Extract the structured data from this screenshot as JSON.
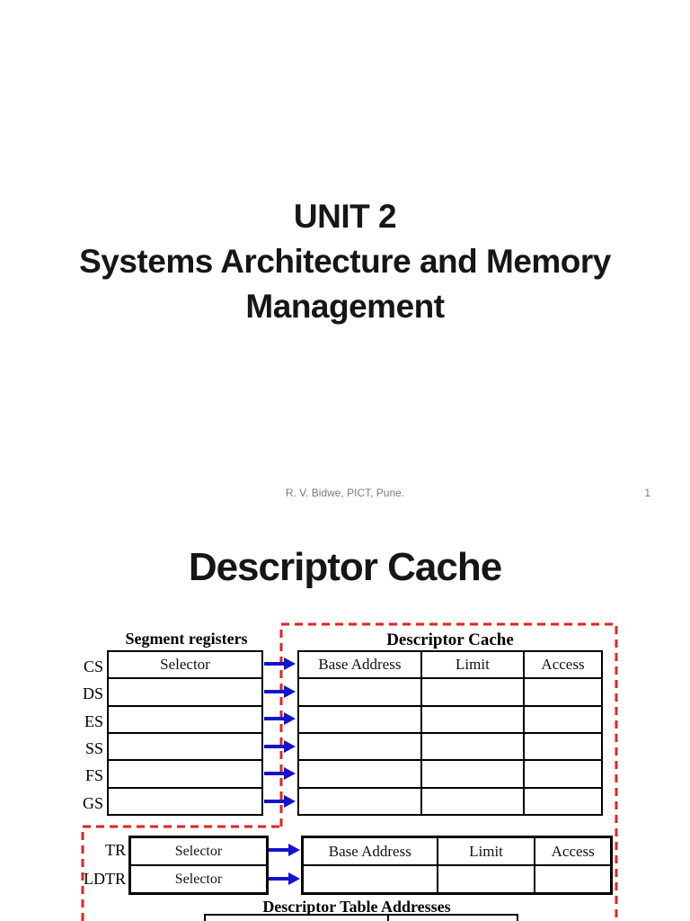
{
  "slide1": {
    "title_line1": "UNIT 2",
    "title_line2": "Systems Architecture and Memory",
    "title_line3": "Management",
    "footer": "R. V. Bidwe, PICT, Pune.",
    "page_number": "1"
  },
  "slide2": {
    "title": "Descriptor Cache",
    "segment_registers": {
      "heading": "Segment registers",
      "rows": [
        "CS",
        "DS",
        "ES",
        "SS",
        "FS",
        "GS"
      ],
      "first_cell": "Selector"
    },
    "descriptor_cache": {
      "heading": "Descriptor Cache",
      "columns": [
        "Base Address",
        "Limit",
        "Access"
      ]
    },
    "system_registers": {
      "rows": [
        {
          "label": "TR",
          "cell": "Selector"
        },
        {
          "label": "LDTR",
          "cell": "Selector"
        }
      ],
      "columns": [
        "Base Address",
        "Limit",
        "Access"
      ]
    },
    "table_addresses_heading": "Descriptor Table Addresses"
  },
  "icons": {
    "arrow": "blue-arrow-right-icon"
  },
  "colors": {
    "arrow_blue": "#1414cc",
    "dashed_red": "#e32222",
    "table_border_black": "#000000",
    "footer_gray": "#7b7b7b",
    "title_black": "#161616"
  }
}
